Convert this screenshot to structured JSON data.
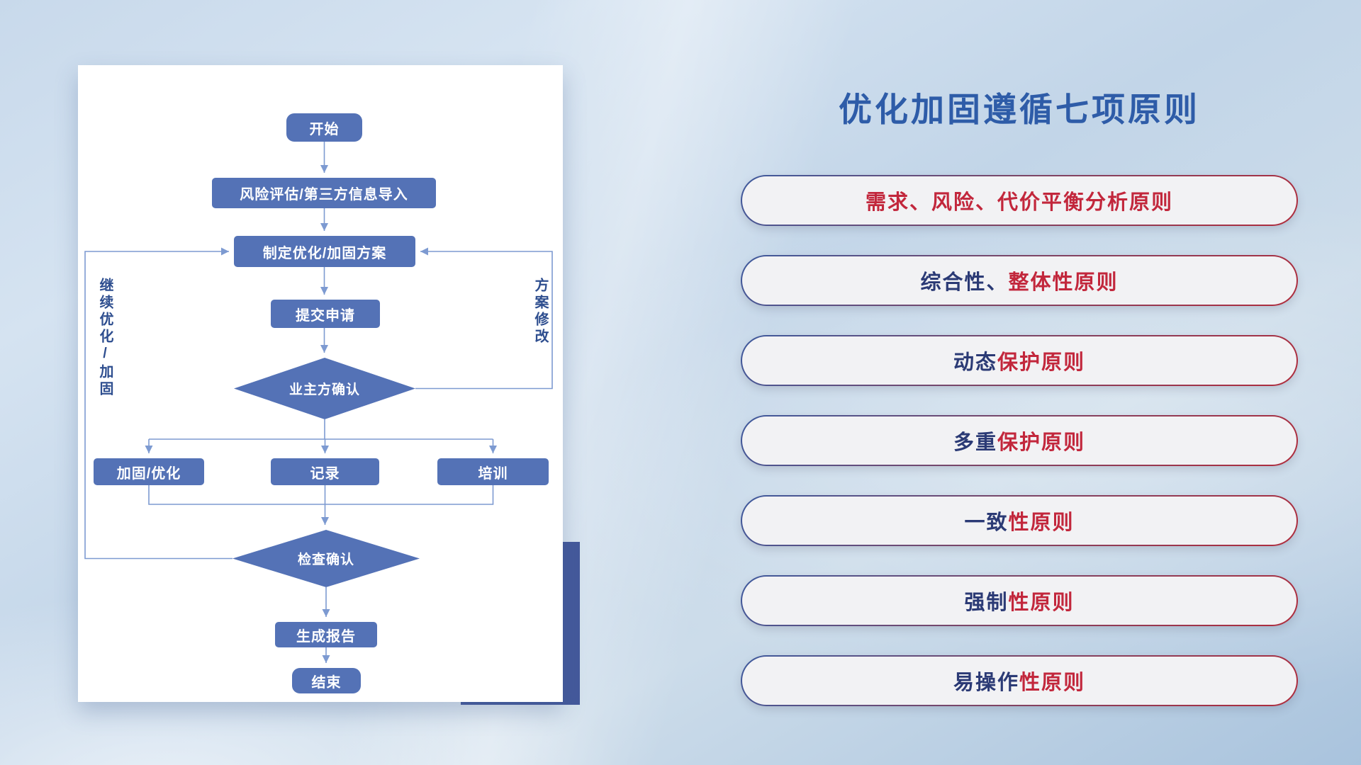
{
  "flowchart": {
    "nodes": {
      "start": "开始",
      "risk_import": "风险评估/第三方信息导入",
      "make_plan": "制定优化/加固方案",
      "submit": "提交申请",
      "owner_confirm": "业主方确认",
      "reinforce": "加固/优化",
      "record": "记录",
      "training": "培训",
      "check_confirm": "检查确认",
      "report": "生成报告",
      "end": "结束"
    },
    "loop_labels": {
      "left": "继续优化/加固",
      "right": "方案修改"
    },
    "colors": {
      "node_fill": "#5472b6",
      "connector": "#7d9ad1",
      "node_text": "#ffffff",
      "loop_label_text": "#2e4e8f",
      "accent_block": "#44599b",
      "card_background": "#ffffff"
    }
  },
  "principles": {
    "title": "优化加固遵循七项原则",
    "title_color": "#2e5ca8",
    "pill_background": "#f2f2f4",
    "pill_border_gradient": [
      "#3d5a9e",
      "#b02c3c"
    ],
    "text_colors": {
      "navy": "#2b3a75",
      "red": "#c2273c"
    },
    "items": [
      {
        "parts": [
          {
            "text": "需求、风险、代价平衡分析原则",
            "color": "#c2273c"
          }
        ]
      },
      {
        "parts": [
          {
            "text": "综合性、",
            "color": "#2b3a75"
          },
          {
            "text": "整体性原则",
            "color": "#c2273c"
          }
        ]
      },
      {
        "parts": [
          {
            "text": "动态",
            "color": "#2b3a75"
          },
          {
            "text": "保护原则",
            "color": "#c2273c"
          }
        ]
      },
      {
        "parts": [
          {
            "text": "多重",
            "color": "#2b3a75"
          },
          {
            "text": "保护原则",
            "color": "#c2273c"
          }
        ]
      },
      {
        "parts": [
          {
            "text": "一致",
            "color": "#2b3a75"
          },
          {
            "text": "性原则",
            "color": "#c2273c"
          }
        ]
      },
      {
        "parts": [
          {
            "text": "强制",
            "color": "#2b3a75"
          },
          {
            "text": "性原则",
            "color": "#c2273c"
          }
        ]
      },
      {
        "parts": [
          {
            "text": "易操作",
            "color": "#2b3a75"
          },
          {
            "text": "性原则",
            "color": "#c2273c"
          }
        ]
      }
    ]
  },
  "background": {
    "base_top": "#c8d9eb",
    "base_bottom": "#a9c3dd"
  }
}
